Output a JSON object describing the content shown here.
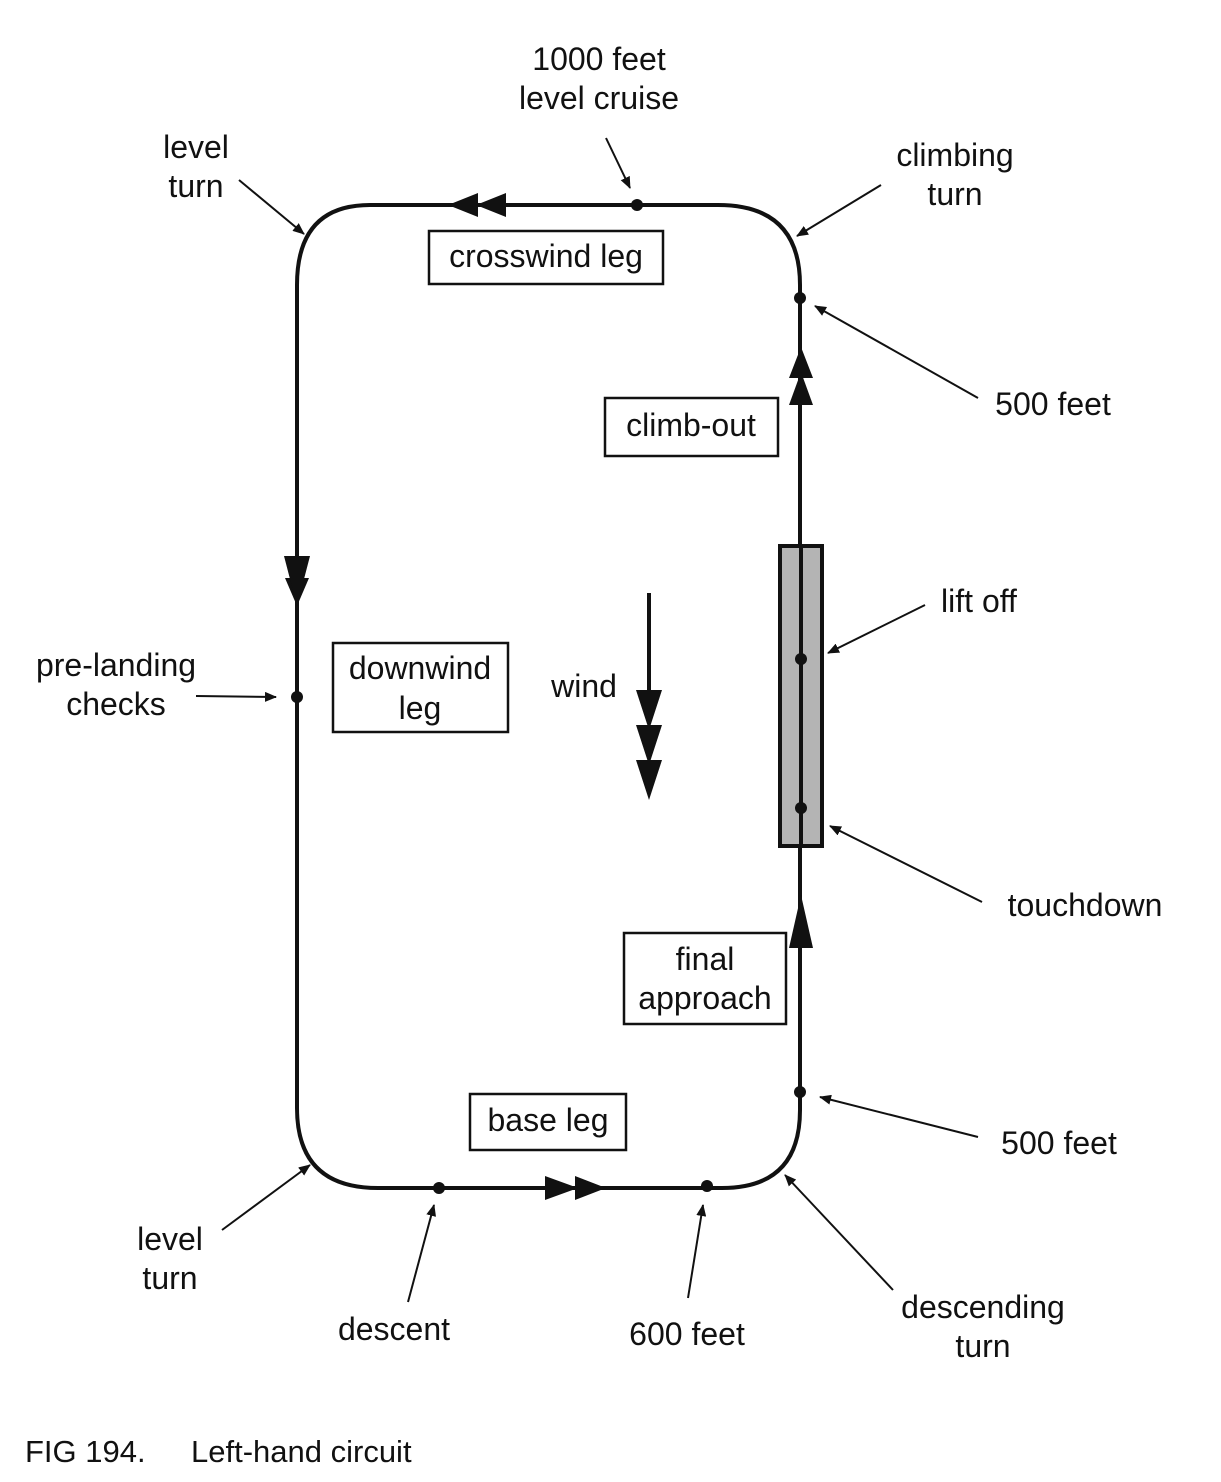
{
  "caption": {
    "figure_number": "FIG 194.",
    "title": "Left-hand circuit"
  },
  "legs": {
    "crosswind": "crosswind leg",
    "climb_out": "climb-out",
    "downwind": [
      "downwind",
      "leg"
    ],
    "final": [
      "final",
      "approach"
    ],
    "base": "base leg"
  },
  "wind": {
    "label": "wind",
    "direction": "down"
  },
  "annotations": {
    "level_cruise": [
      "1000 feet",
      "level cruise"
    ],
    "level_turn_top": [
      "level",
      "turn"
    ],
    "climbing_turn": [
      "climbing",
      "turn"
    ],
    "five_hundred_top": "500 feet",
    "lift_off": "lift off",
    "pre_landing": [
      "pre-landing",
      "checks"
    ],
    "touchdown": "touchdown",
    "five_hundred_bottom": "500 feet",
    "level_turn_bottom": [
      "level",
      "turn"
    ],
    "descent": "descent",
    "six_hundred": "600 feet",
    "descending_turn": [
      "descending",
      "turn"
    ]
  },
  "colors": {
    "line": "#111111",
    "runway_fill": "#b4b4b4",
    "background": "#ffffff"
  }
}
